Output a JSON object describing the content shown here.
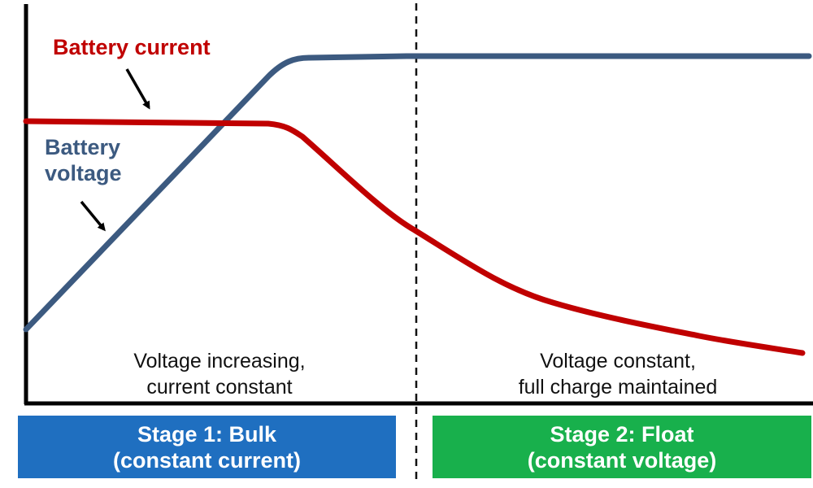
{
  "labels": {
    "current": "Battery current",
    "voltage_line1": "Battery",
    "voltage_line2": "voltage"
  },
  "regions": {
    "bulk_line1": "Voltage increasing,",
    "bulk_line2": "current constant",
    "float_line1": "Voltage constant,",
    "float_line2": "full charge maintained"
  },
  "stages": {
    "bulk_line1": "Stage 1:  Bulk",
    "bulk_line2": "(constant current)",
    "float_line1": "Stage 2:  Float",
    "float_line2": "(constant voltage)"
  },
  "colors": {
    "current": "#c00000",
    "voltage": "#3c5a80",
    "bulk_box": "#1f6fc0",
    "float_box": "#18b04c",
    "axis": "#000000"
  }
}
